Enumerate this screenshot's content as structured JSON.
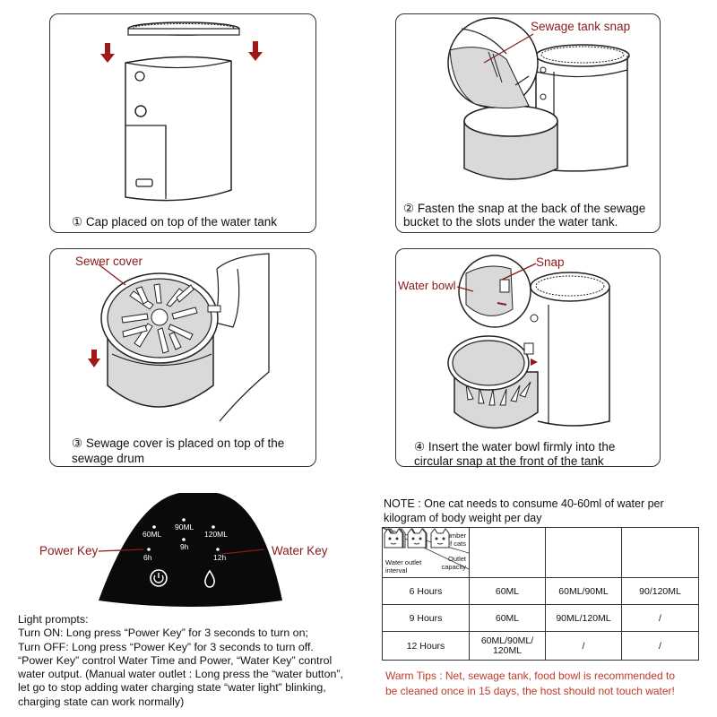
{
  "steps": [
    {
      "caption": "① Cap placed on top of the water tank"
    },
    {
      "caption_line1": "② Fasten the snap at the back of the sewage",
      "caption_line2": "bucket to the slots under the water tank.",
      "callout": "Sewage tank snap"
    },
    {
      "caption_line1": "③ Sewage cover is placed on top of the",
      "caption_line2": "sewage drum",
      "callout": "Sewer cover"
    },
    {
      "caption_line1": "④ Insert the water bowl firmly into the",
      "caption_line2": "circular snap at the front of the tank",
      "callout_snap": "Snap",
      "callout_bowl": "Water bowl"
    }
  ],
  "control_panel": {
    "power_key": "Power Key",
    "water_key": "Water Key",
    "labels": {
      "ml60": "60ML",
      "ml90": "90ML",
      "ml120": "120ML",
      "h6": "6h",
      "h9": "9h",
      "h12": "12h"
    }
  },
  "note": {
    "line1": "NOTE : One cat needs to consume 40-60ml of water per",
    "line2": "kilogram of body weight per day"
  },
  "table": {
    "header": {
      "number_of_cats": "Number of cats",
      "water_outlet_interval": "Water outlet interval",
      "outlet_capacity": "Outlet capacity"
    },
    "rows": [
      {
        "interval": "6 Hours",
        "c1": "60ML",
        "c2": "60ML/90ML",
        "c3": "90/120ML"
      },
      {
        "interval": "9 Hours",
        "c1": "60ML",
        "c2": "90ML/120ML",
        "c3": "/"
      },
      {
        "interval": "12 Hours",
        "c1": "60ML/90ML/ 120ML",
        "c2": "/",
        "c3": "/"
      }
    ]
  },
  "light_prompts": {
    "title": "Light prompts:",
    "lines": [
      "Turn ON: Long press “Power Key” for 3 seconds to turn on;",
      "Turn OFF: Long press “Power Key” for 3 seconds to turn off.",
      "“Power Key” control Water Time and Power, “Water Key” control",
      "water output. (Manual water outlet : Long press the “water button”,",
      "let go to stop adding water charging state “water light” blinking,",
      "charging state can work normally)"
    ]
  },
  "warm_tips": {
    "line1": "Warm Tips : Net, sewage tank, food bowl is recommended to",
    "line2": "be cleaned once in 15 days, the host should not touch water!"
  },
  "colors": {
    "accent_red": "#8b1a1a",
    "tips_red": "#c0392b",
    "device_black": "#0a0a0a",
    "device_gray": "#d9d9d9"
  }
}
